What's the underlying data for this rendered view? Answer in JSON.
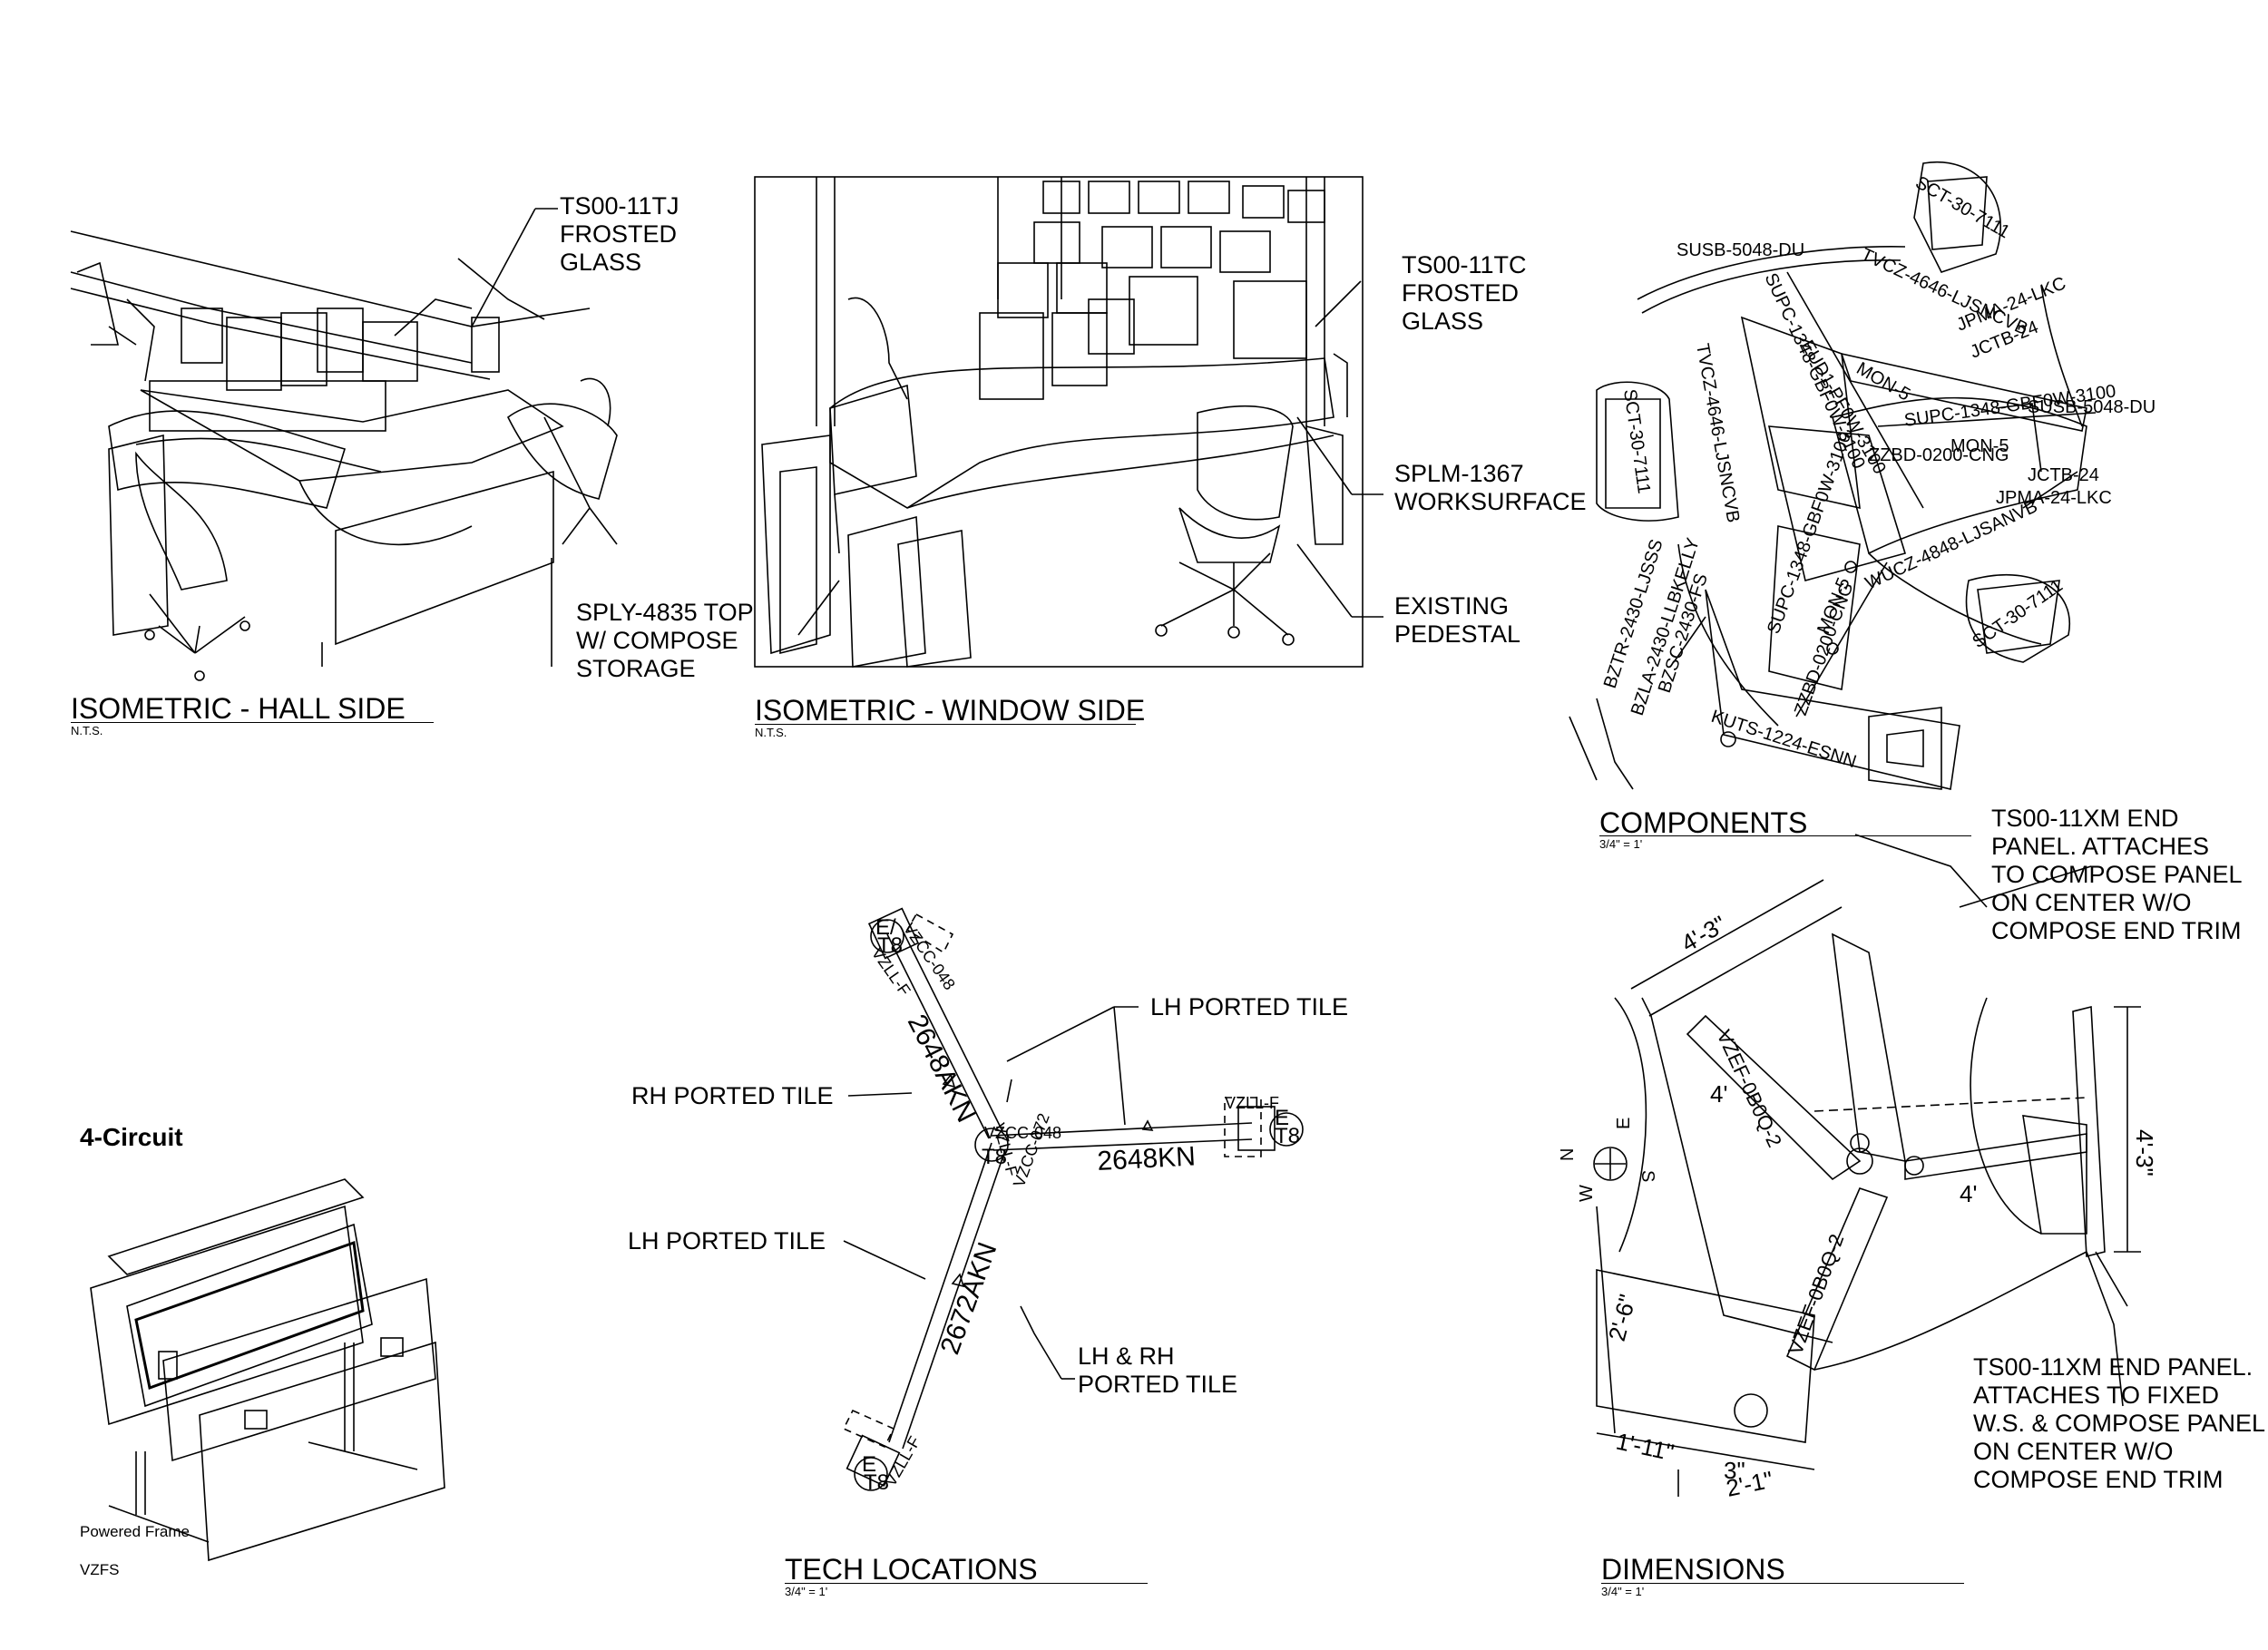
{
  "views": {
    "iso_hall": {
      "title": "ISOMETRIC - HALL SIDE",
      "scale": "N.T.S.",
      "callouts": [
        "TS00-11TJ",
        "FROSTED",
        "GLASS"
      ]
    },
    "iso_window": {
      "title": "ISOMETRIC - WINDOW SIDE",
      "scale": "N.T.S.",
      "callouts": {
        "glass": [
          "TS00-11TC",
          "FROSTED",
          "GLASS"
        ],
        "worksurface": [
          "SPLM-1367",
          "WORKSURFACE"
        ],
        "pedestal": [
          "EXISTING",
          "PEDESTAL"
        ],
        "storage": [
          "SPLY-4835 TOP",
          "W/ COMPOSE",
          "STORAGE"
        ]
      }
    },
    "components": {
      "title": "COMPONENTS",
      "scale": "3/4\" = 1'",
      "tags": [
        "SUSB-5048-DU",
        "SCT-30-7111",
        "TVCZ-4646-LJSNCVB",
        "JPMA-24-LKC",
        "JCTB-24",
        "SUPC-1348-GBF0W-3100",
        "MON-5",
        "EUD1-PF0W-3100",
        "TVCZ-4646-LJSNCVB",
        "SCT-30-7111",
        "SUSB-5048-DU",
        "SUPC-1348-GBF0W-3100",
        "MON-5",
        "ZZBD-0200-CNG",
        "JCTB-24",
        "JPMA-24-LKC",
        "WUCZ-4848-LJSANVB",
        "SCT-30-7111",
        "BZTR-2430-LJSSS",
        "BZLA-2430-LLBKELLY",
        "BZSC-2430-FS",
        "SUPC-1348-GBF0W-3100",
        "ZZBD-0200-CNG",
        "KUTS-1224-ESNN",
        "MON-5"
      ]
    },
    "tech": {
      "title": "TECH LOCATIONS",
      "scale": "3/4\" = 1'",
      "callouts": {
        "lh_top": "LH PORTED TILE",
        "rh": "RH PORTED TILE",
        "lh_left": "LH PORTED TILE",
        "lhrh": [
          "LH & RH",
          "PORTED TILE"
        ]
      },
      "runs": [
        "2648AKN",
        "2648KN",
        "2672AKN"
      ],
      "tags": [
        "VZCC-048",
        "VZLL-F",
        "VZLL-F",
        "VZCC-048",
        "VZCC-072",
        "VZLL-F",
        "VZLL-F"
      ],
      "codes": [
        "E/",
        "T8",
        "E",
        "T8",
        "E",
        "T8",
        "T8"
      ]
    },
    "dimensions": {
      "title": "DIMENSIONS",
      "scale": "3/4\" = 1'",
      "dims": [
        "4'-3\"",
        "4'",
        "4'-3\"",
        "4'",
        "2'-6\"",
        "1'-11\"",
        "3\"",
        "2'-1\""
      ],
      "tags": [
        "VZEF-0B0Q-2",
        "VZEF-0B0Q-2"
      ],
      "compass": [
        "N",
        "E",
        "S",
        "W"
      ],
      "note_top": [
        "TS00-11XM END",
        "PANEL. ATTACHES",
        "TO COMPOSE PANEL",
        "ON CENTER W/O",
        "COMPOSE END TRIM"
      ],
      "note_bottom": [
        "TS00-11XM END PANEL.",
        "ATTACHES TO FIXED",
        "W.S. & COMPOSE PANEL",
        "ON CENTER W/O",
        "COMPOSE END TRIM"
      ]
    },
    "circuit": {
      "heading": "4-Circuit",
      "caption": "Powered Frame",
      "code": "VZFS"
    }
  }
}
